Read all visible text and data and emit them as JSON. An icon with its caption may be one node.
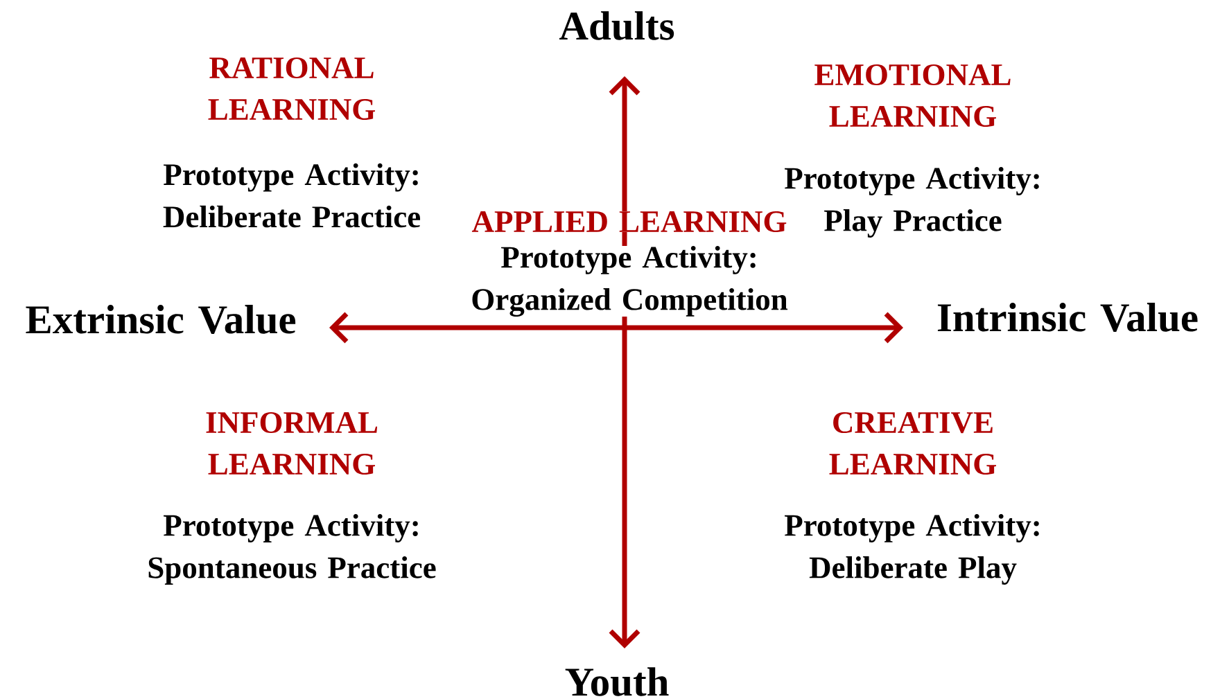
{
  "diagram": {
    "labels": [
      "Adults",
      "RATIONAL LEARNING",
      "EMOTIONAL LEARNING",
      "Prototype Activity: Deliberate Practice",
      "Prototype Activity: Play Practice",
      "APPLIED LEARNING",
      "Prototype Activity: Organized Competition",
      "Extrinsic Value",
      "Intrinsic Value",
      "INFORMAL LEARNING",
      "CREATIVE LEARNING",
      "Prototype Activity: Spontaneous Practice",
      "Prototype Activity: Deliberate Play",
      "Youth"
    ]
  }
}
